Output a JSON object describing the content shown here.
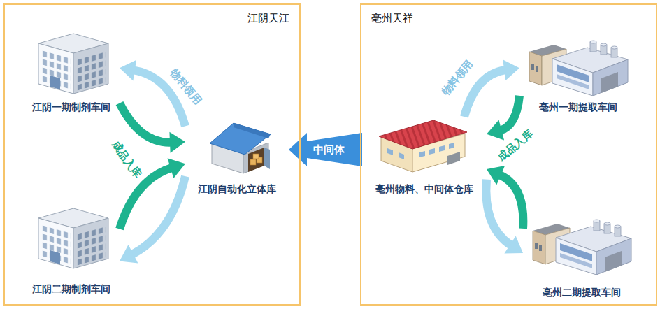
{
  "diagram": {
    "nodes": [
      {
        "text": [
          "江阴天江"
        ]
      },
      {
        "text": [
          "江阴一期制剂车间"
        ],
        "in": 0
      },
      {
        "text": [
          "江阴自动化立体库"
        ],
        "in": 0
      },
      {
        "text": [
          "江阴二期制剂车间"
        ],
        "in": 0
      },
      {
        "text": [
          "亳州天祥"
        ]
      },
      {
        "text": [
          "亳州一期提取车间"
        ],
        "in": 4
      },
      {
        "text": [
          "亳州物料、中间体仓库"
        ],
        "in": 4
      },
      {
        "text": [
          "亳州二期提取车间"
        ],
        "in": 4
      }
    ],
    "edges": [
      {
        "from": 2,
        "to": 1,
        "arrow": "to",
        "label": "物料领用"
      },
      {
        "from": 1,
        "to": 2,
        "arrow": "to",
        "label": "成品入库"
      },
      {
        "from": 3,
        "to": 2,
        "arrow": "to"
      },
      {
        "from": 2,
        "to": 3,
        "arrow": "to"
      },
      {
        "from": 6,
        "to": 2,
        "arrow": "to",
        "label": "中间体"
      },
      {
        "from": 6,
        "to": 5,
        "arrow": "to",
        "label": "物料领用"
      },
      {
        "from": 5,
        "to": 6,
        "arrow": "to",
        "label": "成品入库"
      },
      {
        "from": 7,
        "to": 6,
        "arrow": "to"
      },
      {
        "from": 6,
        "to": 7,
        "arrow": "to"
      }
    ]
  }
}
